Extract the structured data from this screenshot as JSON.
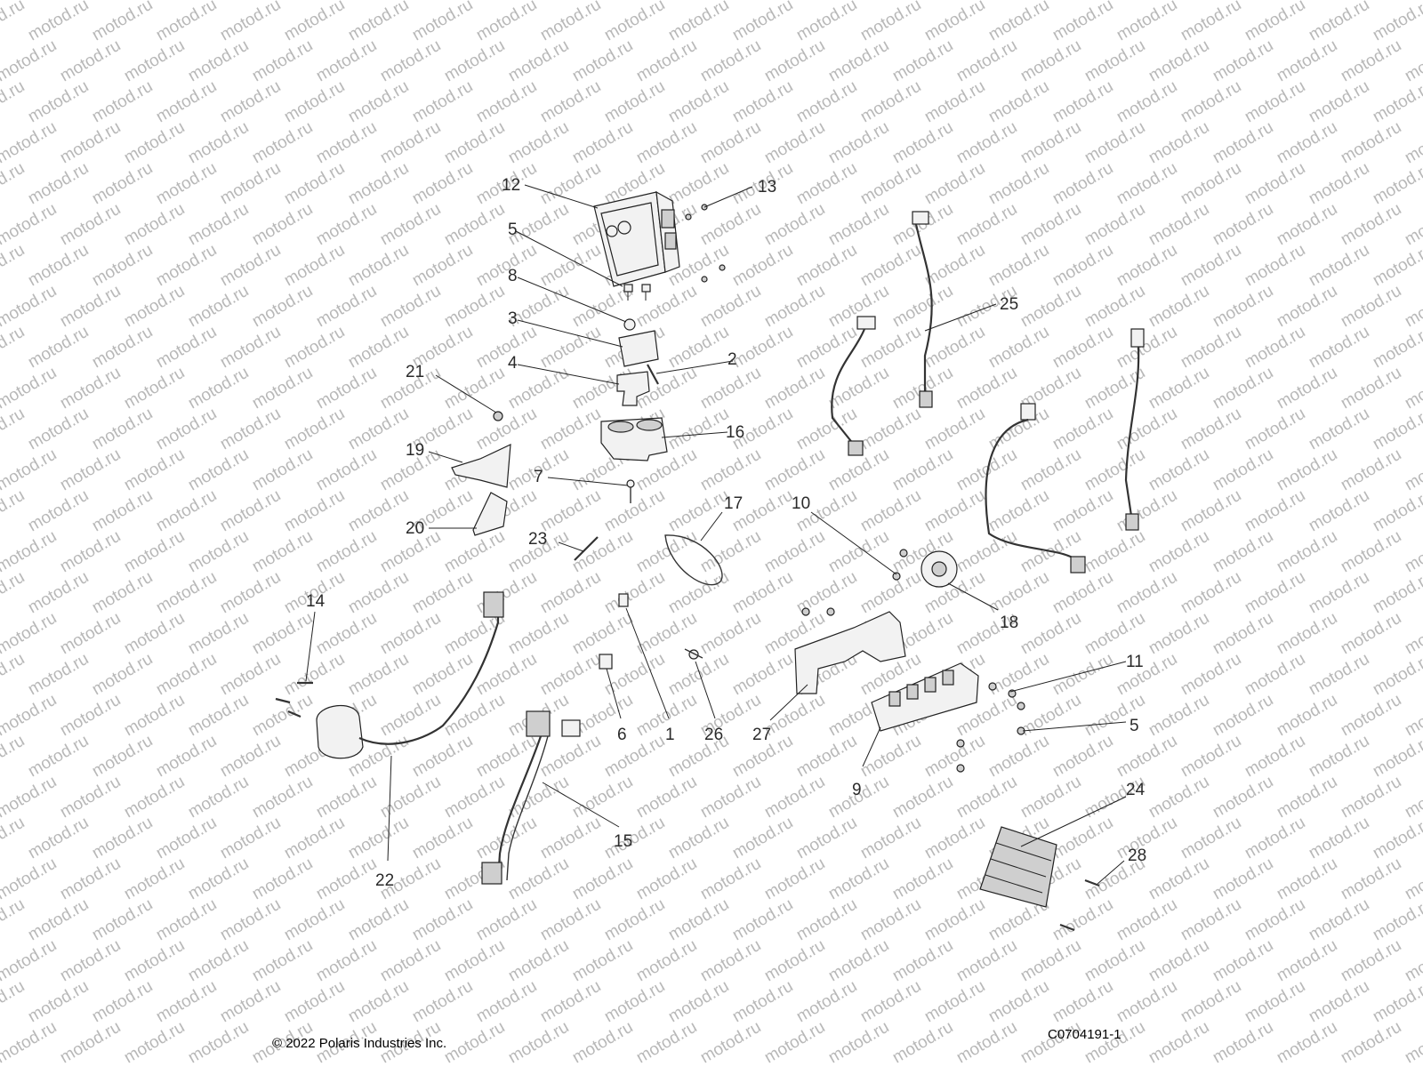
{
  "watermark": {
    "text": "motod.ru"
  },
  "footer": {
    "copyright": "© 2022 Polaris Industries Inc.",
    "figure_id": "C0704191-1"
  },
  "callouts": [
    {
      "id": "12",
      "label": "12"
    },
    {
      "id": "13",
      "label": "13"
    },
    {
      "id": "5a",
      "label": "5"
    },
    {
      "id": "8",
      "label": "8"
    },
    {
      "id": "3",
      "label": "3"
    },
    {
      "id": "2",
      "label": "2"
    },
    {
      "id": "4",
      "label": "4"
    },
    {
      "id": "21",
      "label": "21"
    },
    {
      "id": "16",
      "label": "16"
    },
    {
      "id": "19",
      "label": "19"
    },
    {
      "id": "7",
      "label": "7"
    },
    {
      "id": "20",
      "label": "20"
    },
    {
      "id": "23",
      "label": "23"
    },
    {
      "id": "17",
      "label": "17"
    },
    {
      "id": "10",
      "label": "10"
    },
    {
      "id": "25",
      "label": "25"
    },
    {
      "id": "18",
      "label": "18"
    },
    {
      "id": "14",
      "label": "14"
    },
    {
      "id": "11",
      "label": "11"
    },
    {
      "id": "5b",
      "label": "5"
    },
    {
      "id": "6",
      "label": "6"
    },
    {
      "id": "1",
      "label": "1"
    },
    {
      "id": "26",
      "label": "26"
    },
    {
      "id": "27",
      "label": "27"
    },
    {
      "id": "9",
      "label": "9"
    },
    {
      "id": "24",
      "label": "24"
    },
    {
      "id": "15",
      "label": "15"
    },
    {
      "id": "22",
      "label": "22"
    },
    {
      "id": "28",
      "label": "28"
    }
  ]
}
